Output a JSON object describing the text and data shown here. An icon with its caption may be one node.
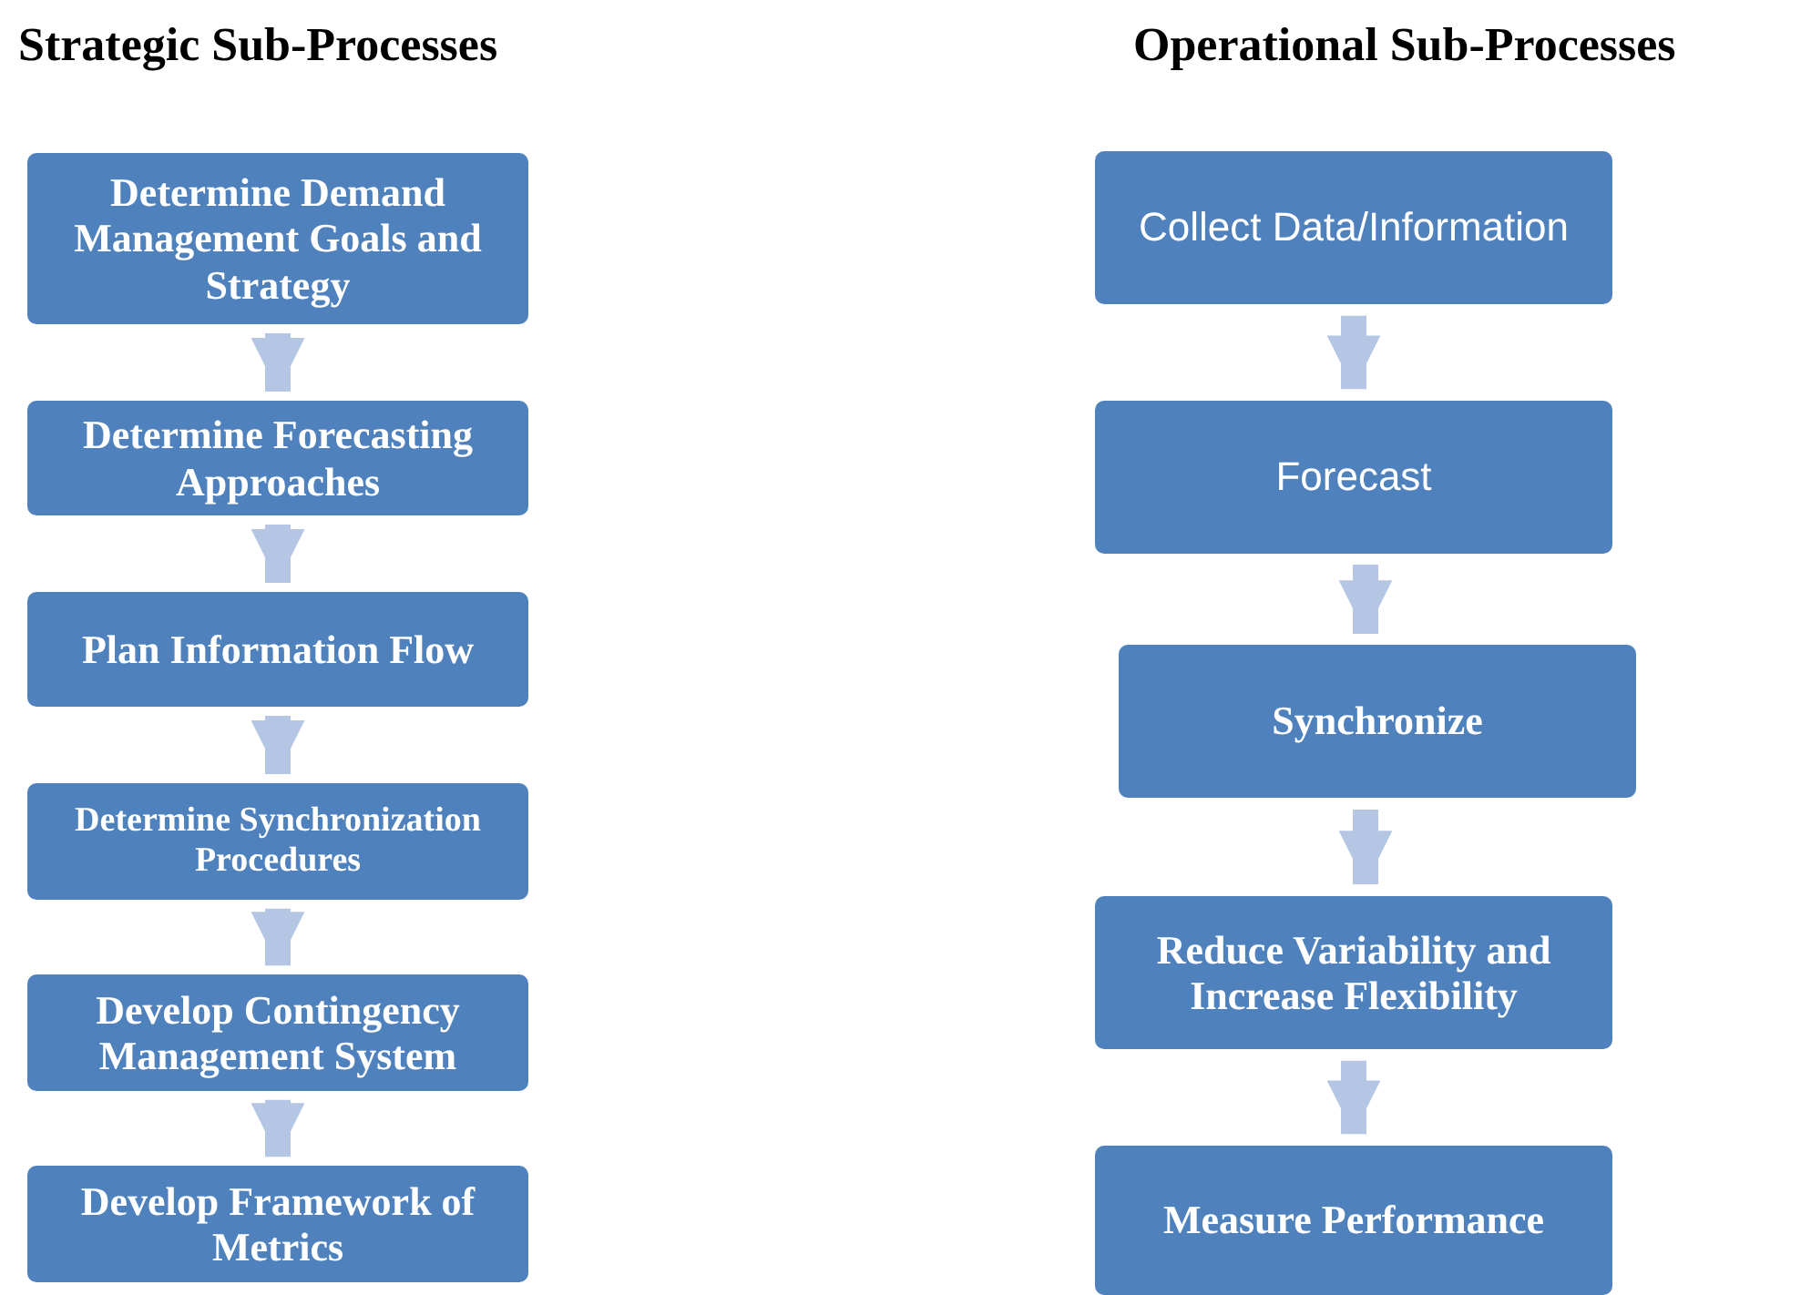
{
  "diagram": {
    "title": "Strategic Sub-Processes",
    "labels": [
      "Operational Sub-Processes"
    ],
    "nodes": [
      {
        "text": [
          "Determine Demand Management Goals and Strategy"
        ]
      },
      {
        "text": [
          "Determine Forecasting Approaches"
        ]
      },
      {
        "text": [
          "Plan Information Flow"
        ]
      },
      {
        "text": [
          "Determine Synchronization Procedures"
        ]
      },
      {
        "text": [
          "Develop Contingency Management System"
        ]
      },
      {
        "text": [
          "Develop Framework of Metrics"
        ]
      },
      {
        "text": [
          "Collect Data/Information"
        ]
      },
      {
        "text": [
          "Forecast"
        ]
      },
      {
        "text": [
          "Synchronize"
        ]
      },
      {
        "text": [
          "Reduce Variability and Increase Flexibility"
        ]
      },
      {
        "text": [
          "Measure Performance"
        ]
      }
    ],
    "edges": [
      {
        "from": 0,
        "to": 1,
        "arrow": "to"
      },
      {
        "from": 1,
        "to": 2,
        "arrow": "to"
      },
      {
        "from": 2,
        "to": 3,
        "arrow": "to"
      },
      {
        "from": 3,
        "to": 4,
        "arrow": "to"
      },
      {
        "from": 4,
        "to": 5,
        "arrow": "to"
      },
      {
        "from": 6,
        "to": 7,
        "arrow": "to"
      },
      {
        "from": 7,
        "to": 8,
        "arrow": "to"
      },
      {
        "from": 8,
        "to": 9,
        "arrow": "to"
      },
      {
        "from": 9,
        "to": 10,
        "arrow": "to"
      }
    ]
  }
}
